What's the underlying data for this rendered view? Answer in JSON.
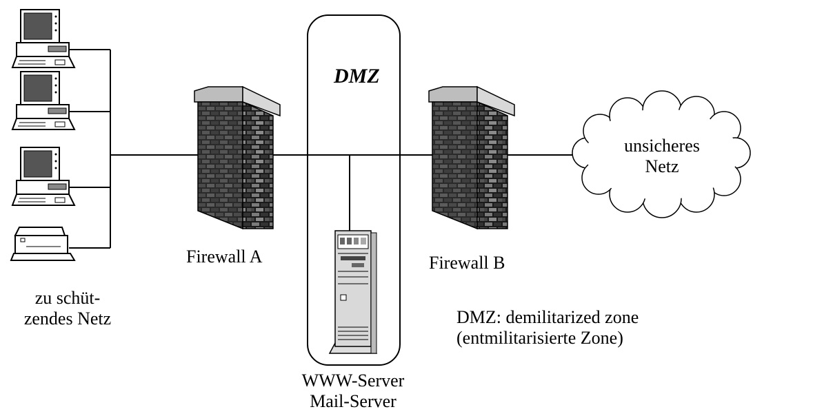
{
  "labels": {
    "dmz": "DMZ",
    "firewall_a": "Firewall A",
    "firewall_b": "Firewall B",
    "protected_net": [
      "zu schüt-",
      "zendes Netz"
    ],
    "insecure_net": [
      "unsicheres",
      "Netz"
    ],
    "servers": [
      "WWW-Server",
      "Mail-Server"
    ],
    "dmz_note": [
      "DMZ: demilitarized zone",
      "(entmilitarisierte Zone)"
    ]
  }
}
